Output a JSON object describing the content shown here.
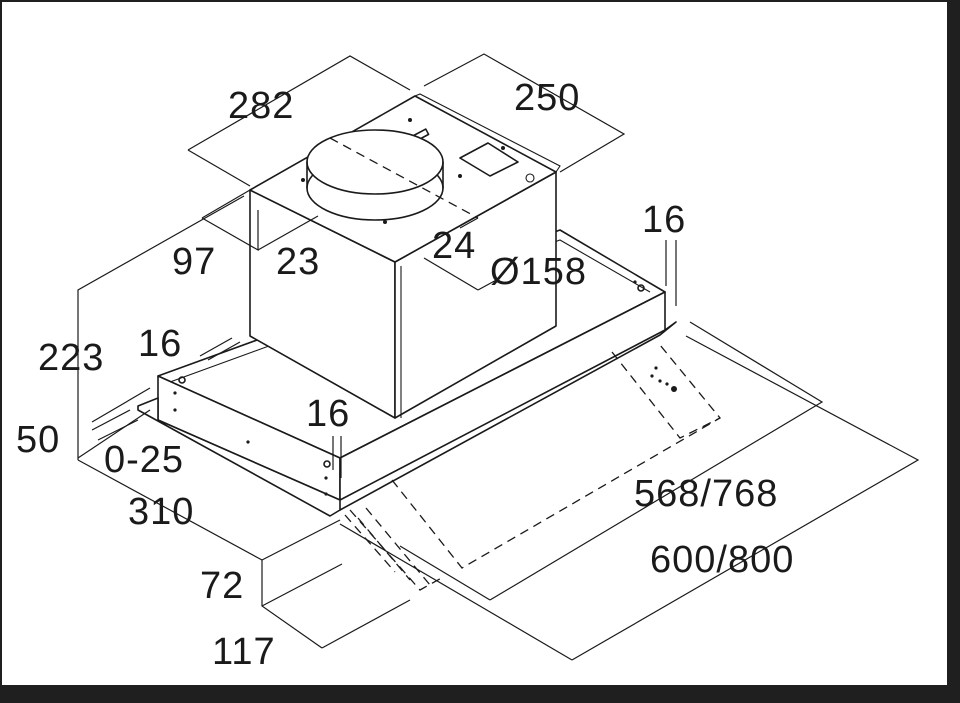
{
  "dimensions": {
    "d282": "282",
    "d250": "250",
    "d16_right": "16",
    "d97": "97",
    "d23": "23",
    "d24": "24",
    "d158": "Ø158",
    "d223": "223",
    "d16_left": "16",
    "d16_front": "16",
    "d50": "50",
    "d0_25": "0-25",
    "d310": "310",
    "d568_768": "568/768",
    "d600_800": "600/800",
    "d72": "72",
    "d117": "117"
  }
}
